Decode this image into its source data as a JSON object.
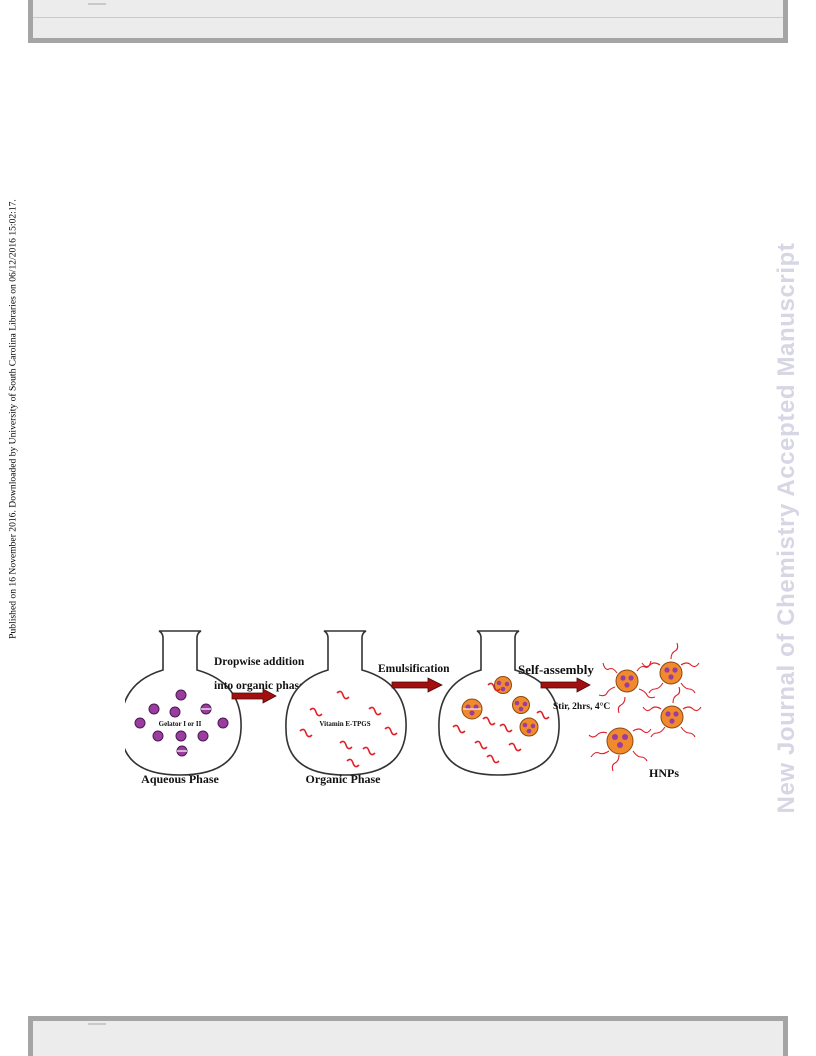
{
  "side_notice": "Published on 16 November 2016. Downloaded by University of South Carolina Libraries on 06/12/2016 15:02:17.",
  "watermark": "New Journal of Chemistry Accepted Manuscript",
  "scheme": {
    "steps": {
      "step1_line1": "Dropwise addition",
      "step1_line2": "into organic phase",
      "step2": "Emulsification",
      "step3": "Self-assembly",
      "step3_condition": "Stir, 2hrs, 4°C"
    },
    "flask_labels": {
      "aqueous_content": "Gelator I or II",
      "organic_content": "Vitamin E-TPGS"
    },
    "phase_labels": {
      "aqueous": "Aqueous Phase",
      "organic": "Organic Phase",
      "product": "HNPs"
    },
    "colors": {
      "gelator_fill": "#9b3d9e",
      "gelator_stroke": "#4a1a55",
      "tpgs_chain": "#e0202a",
      "particle_fill": "#f08a2c",
      "arrow_fill": "#a30f0f",
      "arrow_stroke": "#4a0707",
      "watermark": "#d6d6e4",
      "frame_gray": "#a5a5a5"
    }
  }
}
